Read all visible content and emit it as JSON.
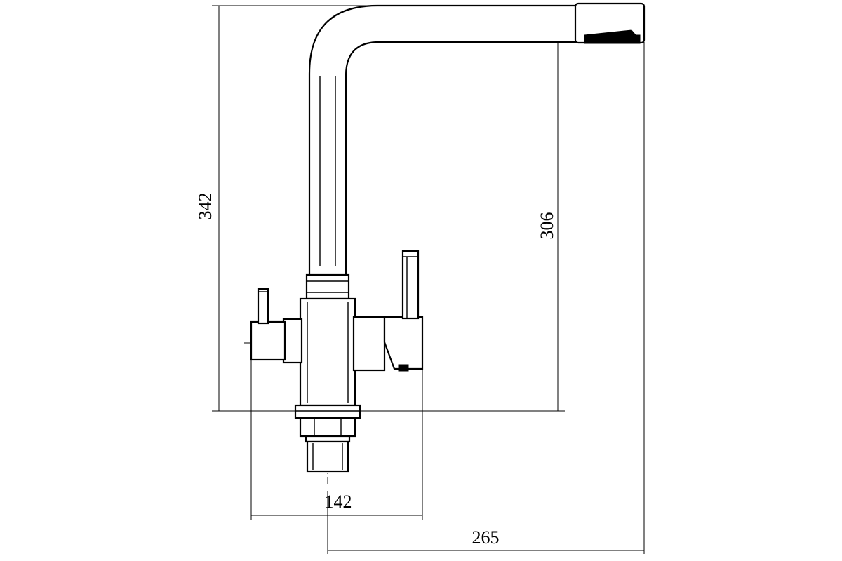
{
  "drawing": {
    "dimensions": {
      "total_height": "342",
      "spout_height": "306",
      "base_width": "142",
      "spout_reach": "265"
    }
  }
}
